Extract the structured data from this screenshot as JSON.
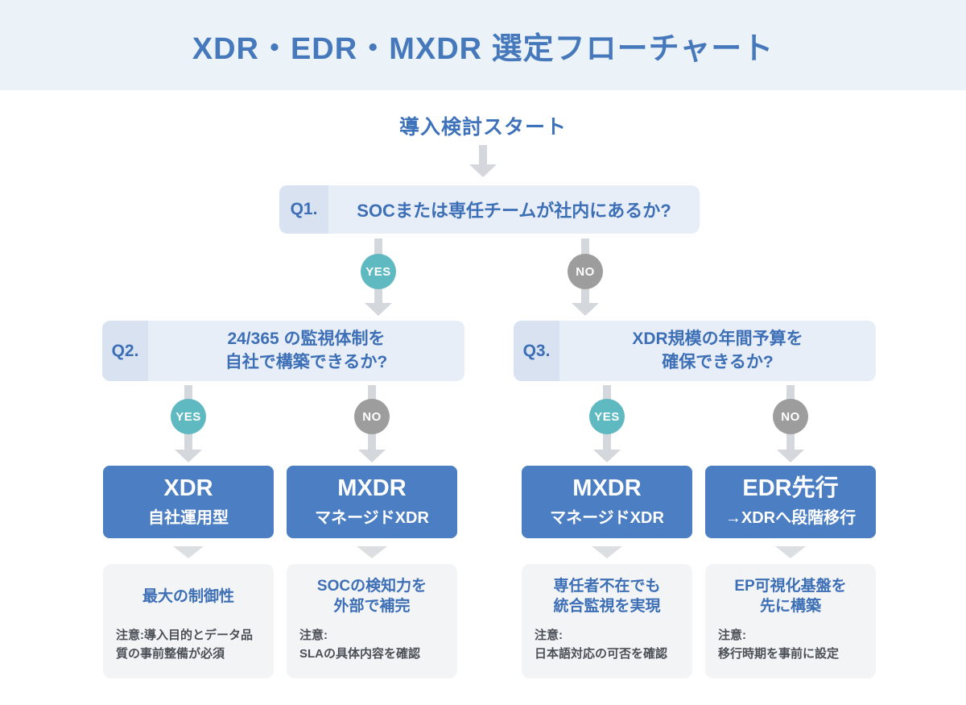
{
  "header": {
    "title": "XDR・EDR・MXDR 選定フローチャート"
  },
  "start": {
    "label": "導入検討スタート"
  },
  "questions": [
    {
      "id": "Q1.",
      "text": "SOCまたは専任チームが社内にあるか?"
    },
    {
      "id": "Q2.",
      "text": "24/365 の監視体制を\n自社で構築できるか?"
    },
    {
      "id": "Q3.",
      "text": "XDR規模の年間予算を\n確保できるか?"
    }
  ],
  "branches": {
    "yes_label": "YES",
    "no_label": "NO"
  },
  "results": [
    {
      "title": "XDR",
      "subtitle": "自社運用型"
    },
    {
      "title": "MXDR",
      "subtitle": "マネージドXDR"
    },
    {
      "title": "MXDR",
      "subtitle": "マネージドXDR"
    },
    {
      "title": "EDR先行",
      "subtitle": "→XDRへ段階移行"
    }
  ],
  "outcomes": [
    {
      "title": "最大の制御性",
      "note": "注意:導入目的とデータ品質の事前整備が必須"
    },
    {
      "title": "SOCの検知力を\n外部で補完",
      "note": "注意:\nSLAの具体内容を確認"
    },
    {
      "title": "専任者不在でも\n統合監視を実現",
      "note": "注意:\n日本語対応の可否を確認"
    },
    {
      "title": "EP可視化基盤を\n先に構築",
      "note": "注意:\n移行時期を事前に設定"
    }
  ],
  "colors": {
    "header_bg": "#ecf3f8",
    "accent_blue": "#3d6fb7",
    "result_blue": "#4b7ec3",
    "yes_teal": "#5fb9c1",
    "no_gray": "#9d9d9d",
    "arrow_gray": "#d4d7db",
    "question_bg": "#e8eef8",
    "question_label_bg": "#d8e2f1",
    "outcome_bg": "#f3f4f6"
  }
}
